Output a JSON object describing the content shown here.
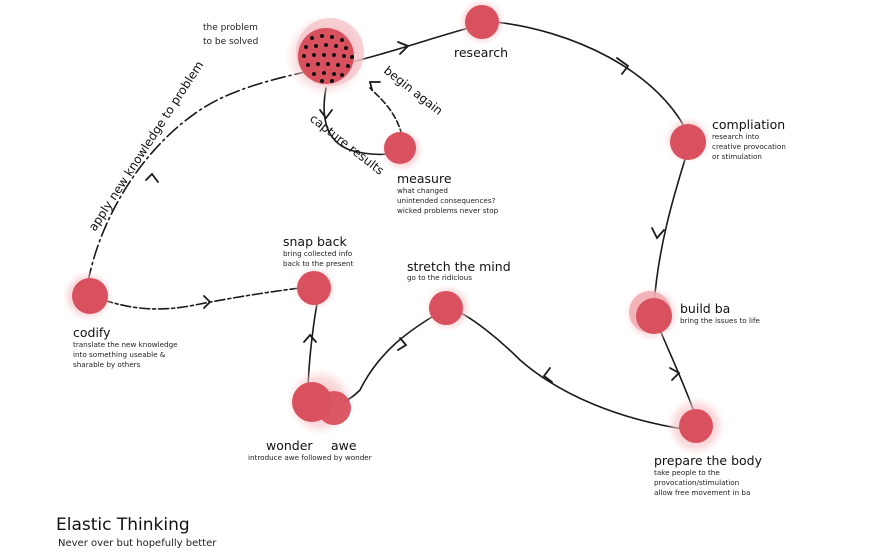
{
  "nodes": {
    "problem": {
      "title": "",
      "desc": [
        "the problem",
        "to be solved"
      ]
    },
    "research": {
      "title": "research",
      "desc": []
    },
    "compliation": {
      "title": "compliation",
      "desc": [
        "research into",
        "creative provocation",
        "or stimulation"
      ]
    },
    "build_ba": {
      "title": "build ba",
      "desc": [
        "bring the issues to life"
      ]
    },
    "prepare": {
      "title": "prepare the body",
      "desc": [
        "take people to the",
        "provocation/stimulation",
        "allow free movement in ba"
      ]
    },
    "stretch": {
      "title": "stretch the mind",
      "desc": [
        "go to the ridiclous"
      ]
    },
    "wonder": {
      "title": "wonder",
      "desc": []
    },
    "awe": {
      "title": "awe",
      "desc": [
        "introduce awe followed by wonder"
      ]
    },
    "snap_back": {
      "title": "snap back",
      "desc": [
        "bring collected info",
        "back to the present"
      ]
    },
    "codify": {
      "title": "codify",
      "desc": [
        "translate the new knowledge",
        "into something useable &",
        "sharable by others"
      ]
    },
    "measure": {
      "title": "measure",
      "desc": [
        "what changed",
        "unintended consequences?",
        "wicked problems never stop"
      ]
    }
  },
  "path_labels": {
    "apply": "apply new knowledge to problem",
    "begin_again": "begin again",
    "capture": "capture results"
  },
  "footer": {
    "title": "Elastic Thinking",
    "subtitle": "Never over but hopefully better"
  },
  "colors": {
    "node_fill": "#d9505e",
    "node_halo": "#f2b9bd",
    "line": "#1a1a1a",
    "dots": "#111111"
  }
}
